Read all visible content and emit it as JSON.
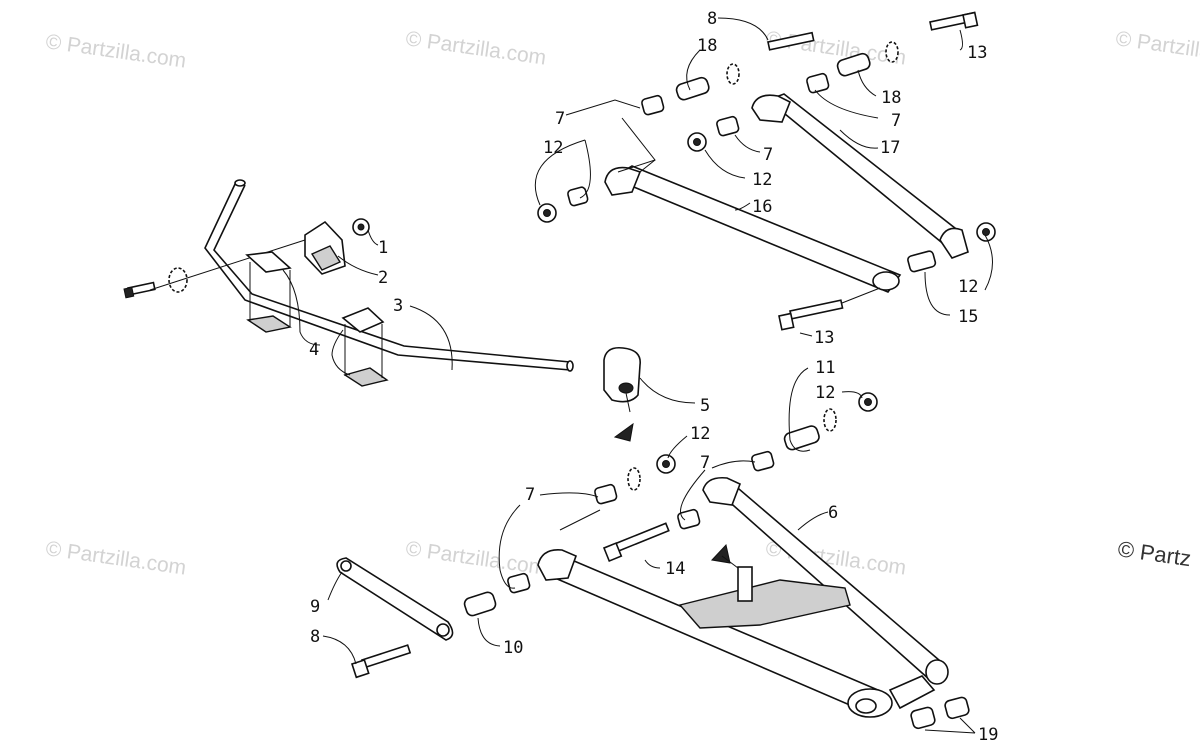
{
  "watermark": {
    "text": "© Partzilla.com",
    "edge_text": "© Partz"
  },
  "callouts": [
    "1",
    "2",
    "3",
    "4",
    "5",
    "6",
    "7",
    "8",
    "9",
    "10",
    "11",
    "12",
    "13",
    "14",
    "15",
    "16",
    "17",
    "18",
    "19"
  ]
}
